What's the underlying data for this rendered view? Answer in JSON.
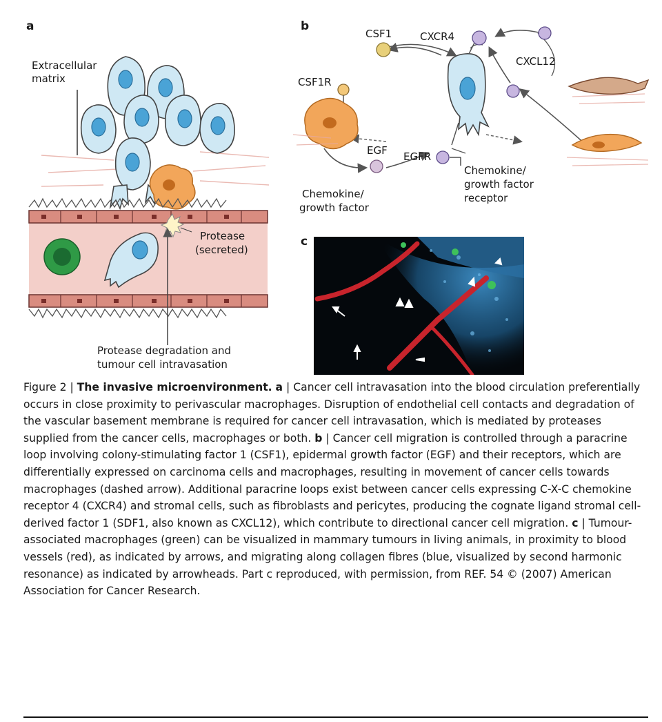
{
  "panels": {
    "a": {
      "letter": "a",
      "extracellular_matrix": [
        "Extracellular",
        "matrix"
      ],
      "protease": [
        "Protease",
        "(secreted)"
      ],
      "protease_degradation": [
        "Protease degradation and",
        "tumour cell intravasation"
      ]
    },
    "b": {
      "letter": "b",
      "csf1": "CSF1",
      "csf1r": "CSF1R",
      "cxcr4": "CXCR4",
      "cxcl12": "CXCL12",
      "egf": "EGF",
      "egfr": "EGFR",
      "chemokine_left": [
        "Chemokine/",
        "growth factor"
      ],
      "chemokine_right": [
        "Chemokine/",
        "growth factor",
        "receptor"
      ]
    },
    "c": {
      "letter": "c"
    }
  },
  "caption": {
    "figure_label": "Figure 2 | ",
    "title": "The invasive microenvironment.",
    "part_a_letter": "a",
    "part_a": " | Cancer cell intravasation into the blood circulation preferentially occurs in close proximity to perivascular macrophages. Disruption of endothelial cell contacts and degradation of the vascular basement membrane is required for cancer cell intravasation, which is mediated by proteases supplied from the cancer cells, macrophages or both. ",
    "part_b_letter": "b",
    "part_b": " | Cancer cell migration is controlled through a paracrine loop involving colony-stimulating factor 1 (CSF1), epidermal growth factor (EGF) and their receptors, which are differentially expressed on carcinoma cells and macrophages, resulting in movement of cancer cells towards macrophages (dashed arrow). Additional paracrine loops exist between cancer cells expressing C-X-C chemokine receptor 4 (CXCR4) and stromal cells, such as fibroblasts and pericytes, producing the cognate ligand stromal cell-derived factor 1 (SDF1, also known as CXCL12), which contribute to directional cancer cell migration. ",
    "part_c_letter": "c",
    "part_c": " | Tumour-associated macrophages (green) can be visualized in mammary tumours in living animals, in proximity to blood vessels (red), as indicated by arrows, and migrating along collagen fibres (blue, visualized by second harmonic resonance) as indicated by arrowheads. Part c reproduced, with permission, from REF. 54 © (2007) American Association for Cancer Research."
  },
  "colors": {
    "cancer_cell": "#cfe8f4",
    "nucleus": "#4aa3d6",
    "macrophage": "#f2a65a",
    "vessel": "#d88a80",
    "ligand": "#e8d07a",
    "receptor_purple": "#b7a7d6",
    "green_cell": "#2f9a46"
  }
}
